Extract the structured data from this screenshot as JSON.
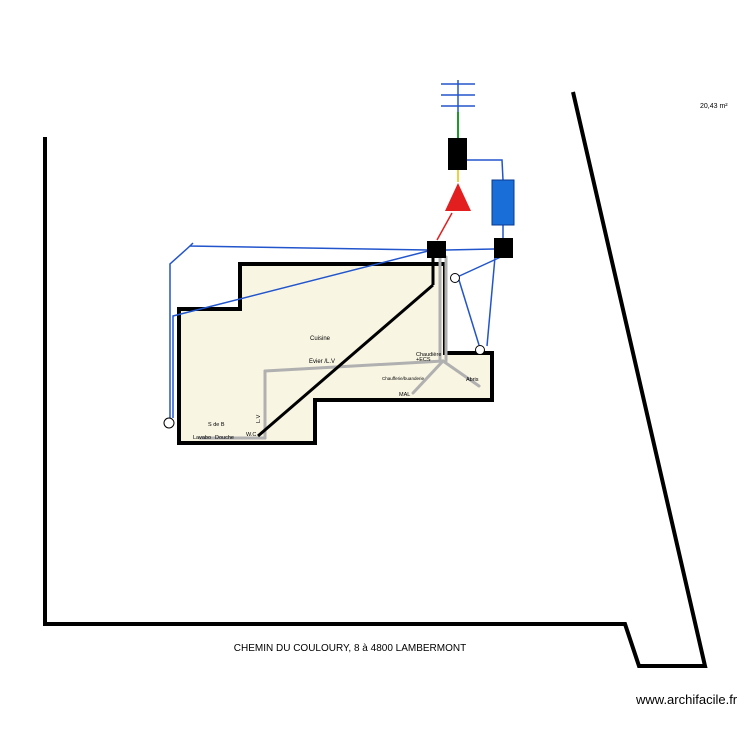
{
  "area": "20,43 m²",
  "address": "CHEMIN DU COULOURY, 8 à 4800 LAMBERMONT",
  "brand": "www.archifacile.fr",
  "rooms": {
    "cuisine": "Cuisine",
    "evier": "Evier /L.V",
    "chaudiere_line1": "Chaudière",
    "chaudiere_line2": "+ECS",
    "chaufferie": "Chaufferie/buanderie",
    "abris": "Abris",
    "mal": "MAL",
    "sdeb": "S de B",
    "lavabo": "Lavabo",
    "douche": "Douche",
    "wc": "W.C",
    "lv": "L.V"
  },
  "colors": {
    "wall": "#000000",
    "building_fill": "#f8f5e3",
    "water_pipe": "#2255cc",
    "drain_pipe": "#b0b0b0",
    "red_pipe": "#e31e1e",
    "green_pipe": "#1a9a2a",
    "blue_box": "#1a6ed8"
  }
}
